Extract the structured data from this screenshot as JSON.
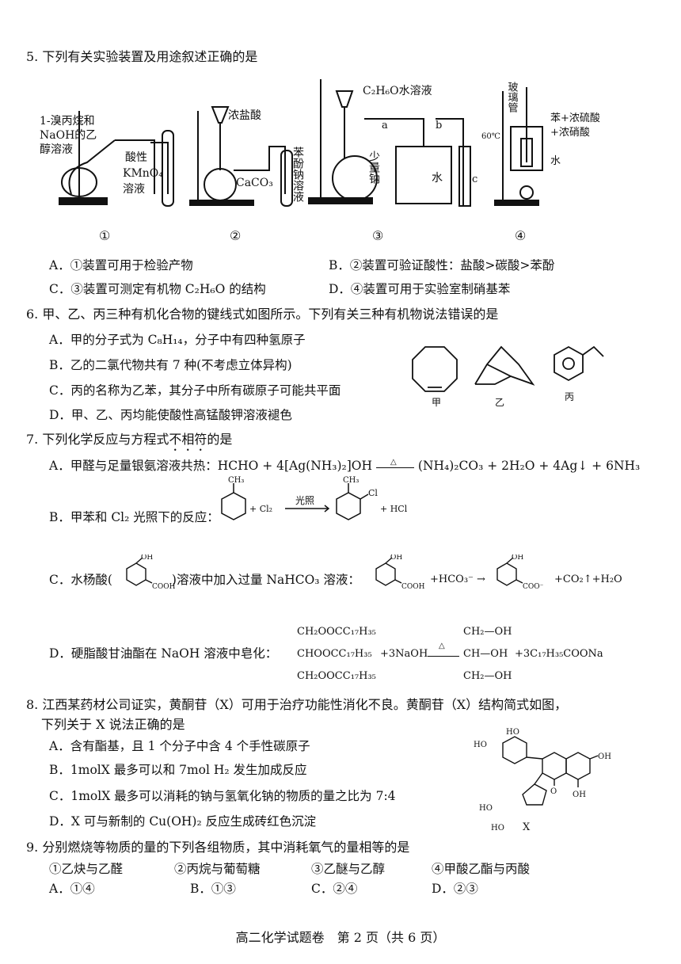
{
  "q5": {
    "stem": "5. 下列有关实验装置及用途叙述正确的是",
    "labels": {
      "reagent1": "1-溴丙烷和",
      "reagent2": "NaOH的乙",
      "reagent3": "醇溶液",
      "kmno_a": "酸性",
      "kmno_b": "KMnO₄",
      "kmno_c": "溶液",
      "hcl": "浓盐酸",
      "caco3": "CaCO₃",
      "phenol_sodium": "苯酚钠溶液",
      "ethanol_sol": "C₂H₆O水溶液",
      "a": "a",
      "b": "b",
      "c": "c",
      "sodium": "少量钠",
      "water": "水",
      "glass": "玻璃管",
      "temp": "60℃",
      "mix1": "苯+浓硫酸",
      "mix2": "+浓硝酸",
      "water2": "水"
    },
    "circles": [
      "①",
      "②",
      "③",
      "④"
    ],
    "options": {
      "A": "A．①装置可用于检验产物",
      "B": "B．②装置可验证酸性：盐酸>碳酸>苯酚",
      "C": "C．③装置可测定有机物 C₂H₆O 的结构",
      "D": "D．④装置可用于实验室制硝基苯"
    }
  },
  "q6": {
    "stem": "6. 甲、乙、丙三种有机化合物的键线式如图所示。下列有关三种有机物说法错误的是",
    "options": {
      "A": "A．甲的分子式为 C₈H₁₄，分子中有四种氢原子",
      "B": "B．乙的二氯代物共有 7 种(不考虑立体异构)",
      "C": "C．丙的名称为乙苯，其分子中所有碳原子可能共平面",
      "D": "D．甲、乙、丙均能使酸性高锰酸钾溶液褪色"
    },
    "mol_labels": [
      "甲",
      "乙",
      "丙"
    ]
  },
  "q7": {
    "stem_pre": "7. 下列化学反应与方程式",
    "stem_emph": "不相符",
    "stem_post": "的是",
    "A_text": "A．甲醛与足量银氨溶液共热：HCHO + 4[Ag(NH₃)₂]OH",
    "A_cond": "△",
    "A_prod": "(NH₄)₂CO₃ + 2H₂O + 4Ag↓ + 6NH₃",
    "B_text": "B．甲苯和 Cl₂ 光照下的反应：",
    "B_cond": "光照",
    "B_ch3": "CH₃",
    "B_cl2": "+ Cl₂",
    "B_cl": "Cl",
    "B_hcl": "+ HCl",
    "C_text": "C．水杨酸(",
    "C_text2": ")溶液中加入过量 NaHCO₃ 溶液：",
    "C_oh": "OH",
    "C_cooh": "COOH",
    "C_hco3": "+HCO₃⁻ →",
    "C_coo": "COO⁻",
    "C_prod": "+CO₂↑+H₂O",
    "D_text": "D．硬脂酸甘油酯在 NaOH 溶液中皂化：",
    "D_ester": [
      "CH₂OOCC₁₇H₃₅",
      "CHOOCC₁₇H₃₅",
      "CH₂OOCC₁₇H₃₅"
    ],
    "D_naoh": "+3NaOH",
    "D_cond": "△",
    "D_gly": [
      "CH₂—OH",
      "CH—OH",
      "CH₂—OH"
    ],
    "D_prod": "+3C₁₇H₃₅COONa"
  },
  "q8": {
    "stem1": "8. 江西某药材公司证实，黄酮苷（X）可用于治疗功能性消化不良。黄酮苷（X）结构简式如图，",
    "stem2": "下列关于 X 说法正确的是",
    "options": {
      "A": "A．含有酯基，且 1 个分子中含 4 个手性碳原子",
      "B": "B．1molX 最多可以和 7mol H₂ 发生加成反应",
      "C": "C．1molX 最多可以消耗的钠与氢氧化钠的物质的量之比为 7:4",
      "D": "D．X 可与新制的 Cu(OH)₂ 反应生成砖红色沉淀"
    },
    "mol_oh": "HO",
    "mol_oh2": "OH",
    "mol_o": "O",
    "mol_label": "X"
  },
  "q9": {
    "stem": "9. 分别燃烧等物质的量的下列各组物质，其中消耗氧气的量相等的是",
    "items": [
      "①乙炔与乙醛",
      "②丙烷与葡萄糖",
      "③乙醚与乙醇",
      "④甲酸乙酯与丙酸"
    ],
    "options": [
      "A．①④",
      "B．①③",
      "C．②④",
      "D．②③"
    ]
  },
  "footer": "高二化学试题卷　第 2 页（共 6 页）"
}
